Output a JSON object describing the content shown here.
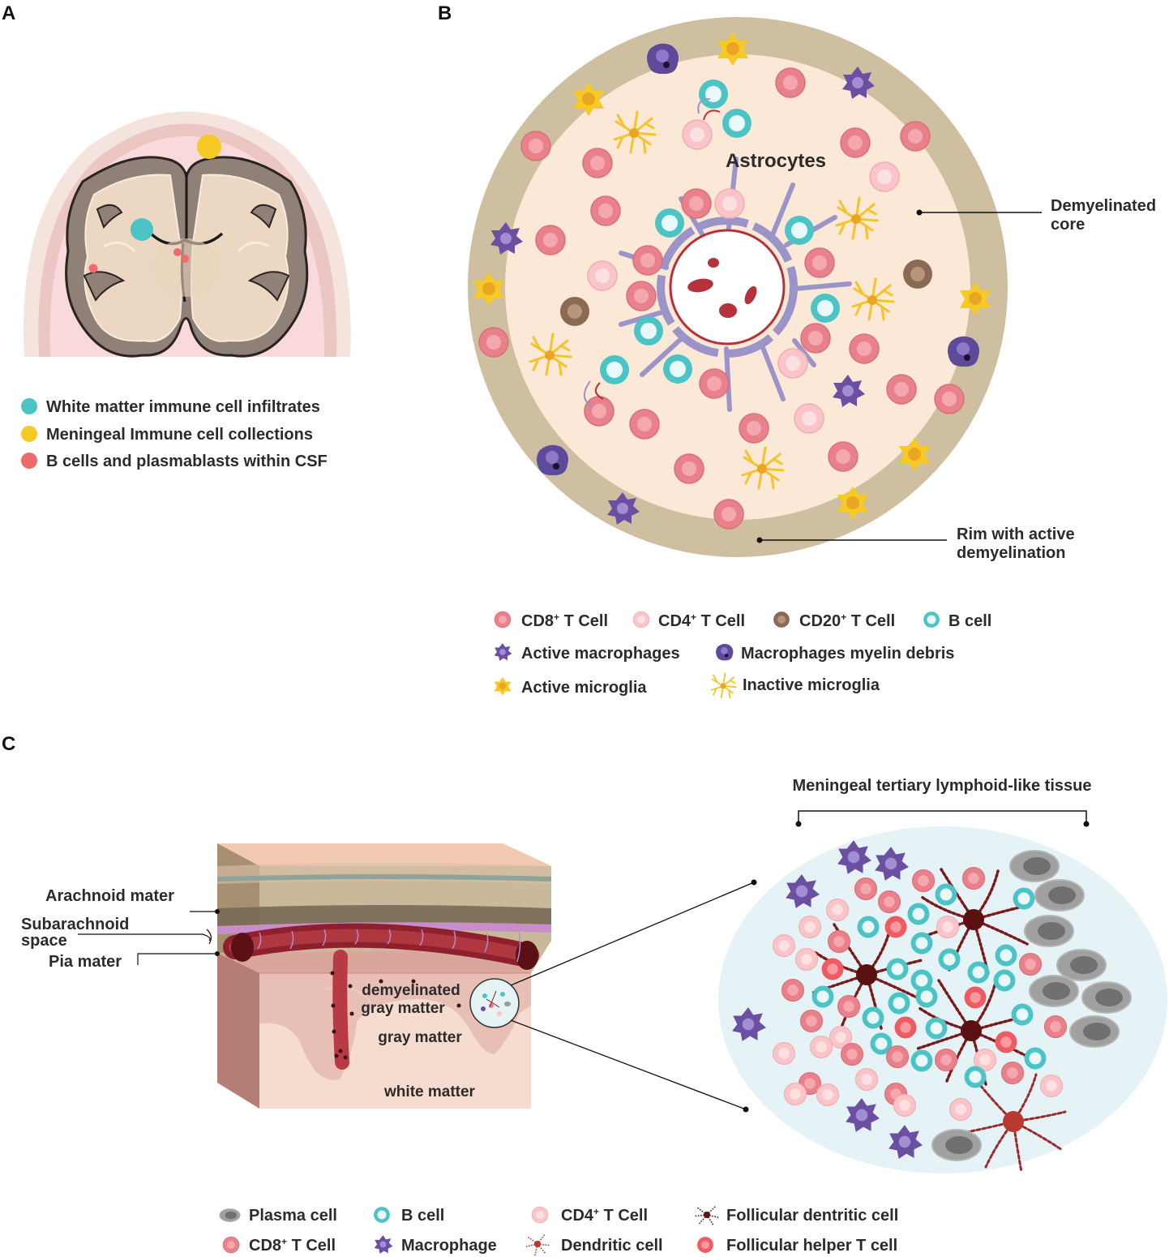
{
  "panels": {
    "a": "A",
    "b": "B",
    "c": "C"
  },
  "panel_a": {
    "legend": [
      {
        "label": "White matter immune cell infiltrates",
        "color": "#4cc4c6"
      },
      {
        "label": "Meningeal Immune cell collections",
        "color": "#f7c924"
      },
      {
        "label": "B cells and plasmablasts within CSF",
        "color": "#ee6b6b"
      }
    ]
  },
  "panel_b": {
    "astrocytes_label": "Astrocytes",
    "core_label": [
      "Demyelinated",
      "core"
    ],
    "rim_label": [
      "Rim with active",
      "demyelination"
    ],
    "legend": [
      {
        "label": "CD8",
        "sup": "+",
        "rest": " T Cell",
        "icon": "cd8-t-cell-icon"
      },
      {
        "label": "CD4",
        "sup": "+",
        "rest": " T Cell",
        "icon": "cd4-t-cell-icon"
      },
      {
        "label": "CD20",
        "sup": "+",
        "rest": " T Cell",
        "icon": "cd20-t-cell-icon"
      },
      {
        "label": "B cell",
        "icon": "b-cell-icon"
      },
      {
        "label": "Active macrophages",
        "icon": "active-macrophage-icon"
      },
      {
        "label": "Macrophages myelin debris",
        "icon": "macrophage-myelin-debris-icon"
      },
      {
        "label": "Active microglia",
        "icon": "active-microglia-icon"
      },
      {
        "label": "Inactive microglia",
        "icon": "inactive-microglia-icon"
      }
    ]
  },
  "panel_c": {
    "title": "Meningeal tertiary lymphoid-like tissue",
    "arachnoid": "Arachnoid mater",
    "subarachnoid": [
      "Subarachnoid",
      "space"
    ],
    "pia": "Pia mater",
    "demyelinated_gm": [
      "demyelinated",
      "gray matter"
    ],
    "gray_matter": "gray matter",
    "white_matter": "white matter",
    "legend": [
      {
        "label": "Plasma cell",
        "icon": "plasma-cell-icon"
      },
      {
        "label": "B cell",
        "icon": "b-cell-icon"
      },
      {
        "label": "CD4",
        "sup": "+",
        "rest": " T Cell",
        "icon": "cd4-t-cell-icon"
      },
      {
        "label": "Follicular dentritic cell",
        "icon": "follicular-dendritic-cell-icon"
      },
      {
        "label": "CD8",
        "sup": "+",
        "rest": " T Cell",
        "icon": "cd8-t-cell-icon"
      },
      {
        "label": "Macrophage",
        "icon": "macrophage-icon"
      },
      {
        "label": "Dendritic cell",
        "icon": "dendritic-cell-icon"
      },
      {
        "label": "Follicular helper T cell",
        "icon": "follicular-helper-t-cell-icon"
      }
    ]
  },
  "colors": {
    "cd8": "#e8818a",
    "cd4": "#f9c5c9",
    "cd20": "#8b6a55",
    "bcell": "#4cc4c6",
    "macrophage": "#6a4fa3",
    "microglia": "#f7c924",
    "plasma": "#9a9a9a",
    "tfh": "#ef5b63",
    "fdc": "#5a1515",
    "rim": "#cdbf9f",
    "core": "#fbe8d6"
  }
}
